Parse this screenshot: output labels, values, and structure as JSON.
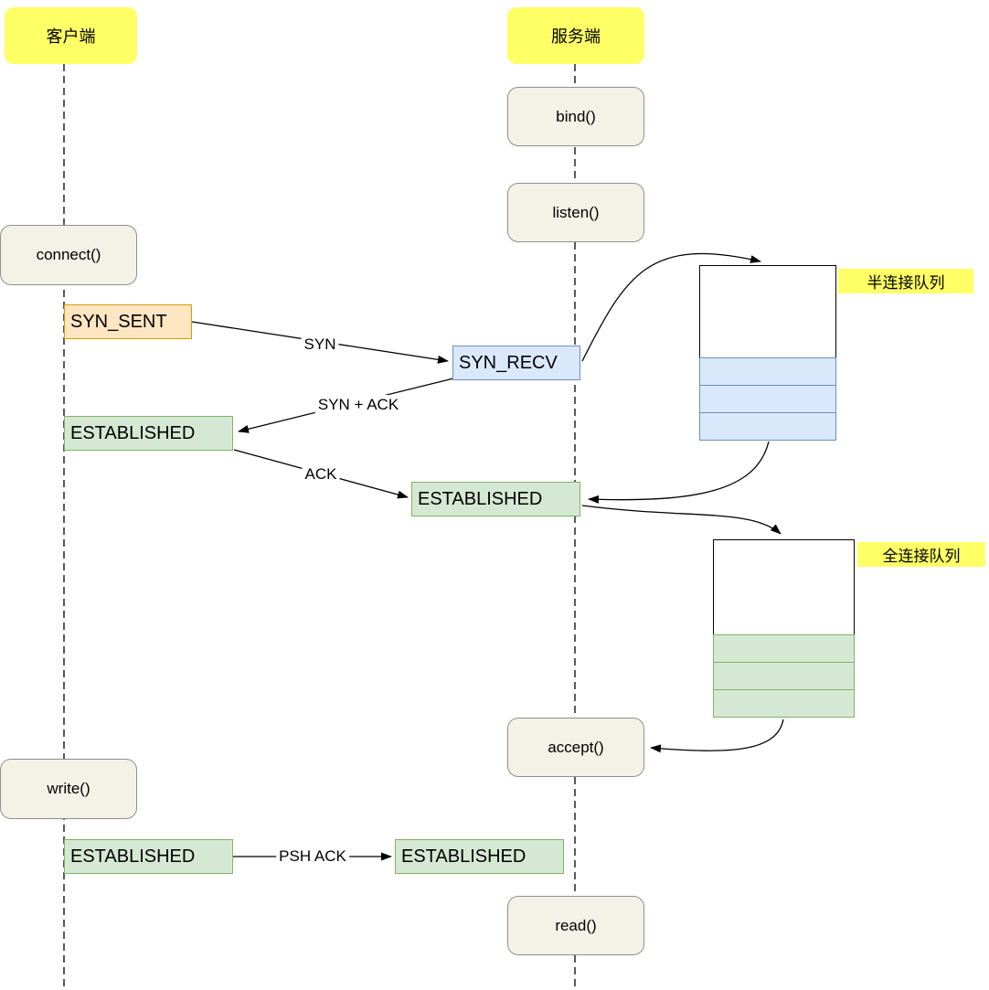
{
  "actors": {
    "client": "客户端",
    "server": "服务端"
  },
  "calls": {
    "bind": "bind()",
    "listen": "listen()",
    "connect": "connect()",
    "accept": "accept()",
    "write": "write()",
    "read": "read()"
  },
  "states": {
    "syn_sent": "SYN_SENT",
    "syn_recv": "SYN_RECV",
    "established_client_1": "ESTABLISHED",
    "established_server_1": "ESTABLISHED",
    "established_client_2": "ESTABLISHED",
    "established_server_2": "ESTABLISHED"
  },
  "queues": {
    "half_label": "半连接队列",
    "full_label": "全连接队列"
  },
  "messages": {
    "syn": "SYN",
    "syn_ack": "SYN + ACK",
    "ack": "ACK",
    "psh_ack": "PSH ACK"
  },
  "colors": {
    "header_yellow": "#ffff66",
    "call_box_fill": "#f4f1e6",
    "call_box_border": "#8f8f8f",
    "syn_sent_fill": "#ffe6c2",
    "syn_sent_border": "#d79b00",
    "syn_recv_fill": "#dae8fc",
    "syn_recv_border": "#6c8ebf",
    "established_fill": "#d5e8d4",
    "established_border": "#82b366",
    "line_color": "#000000"
  }
}
